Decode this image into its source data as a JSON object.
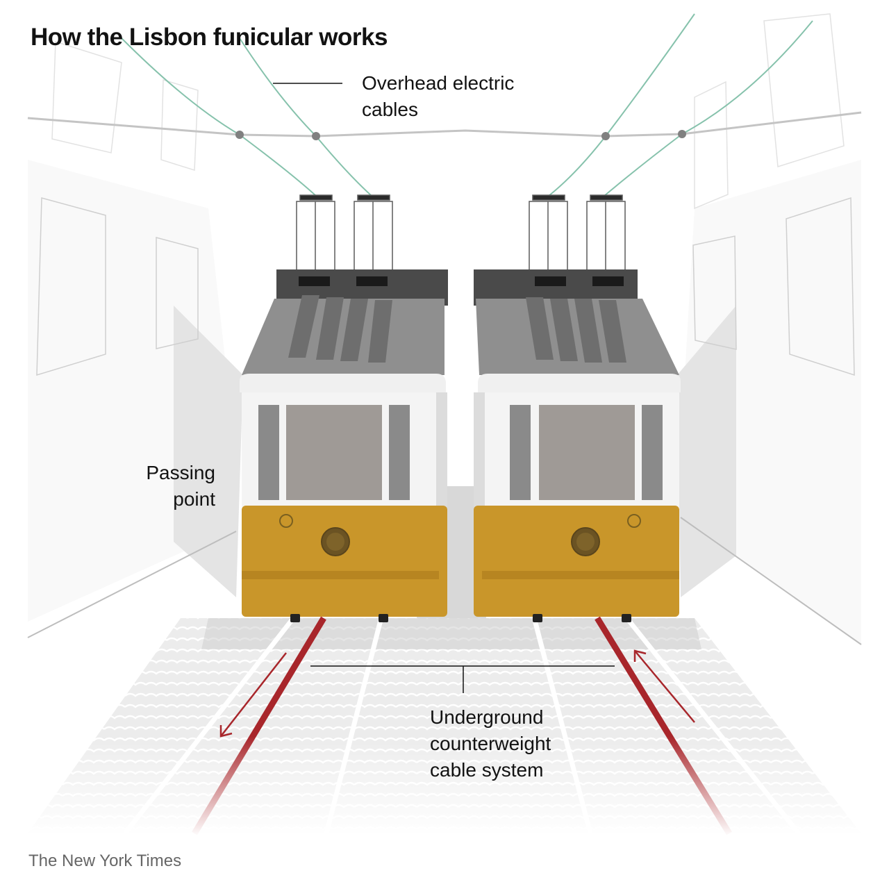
{
  "title": "How the Lisbon funicular works",
  "labels": {
    "overhead_line1": "Overhead electric",
    "overhead_line2": "cables",
    "passing_line1": "Passing",
    "passing_line2": "point",
    "underground_line1": "Underground",
    "underground_line2": "counterweight",
    "underground_line3": "cable system"
  },
  "credit": "The New York Times",
  "colors": {
    "tram_yellow": "#c9962a",
    "tram_roof": "#8f8f8f",
    "overhead_cable": "#86c2ac",
    "counterweight_cable": "#a8262b",
    "pavement": "#ececec"
  }
}
